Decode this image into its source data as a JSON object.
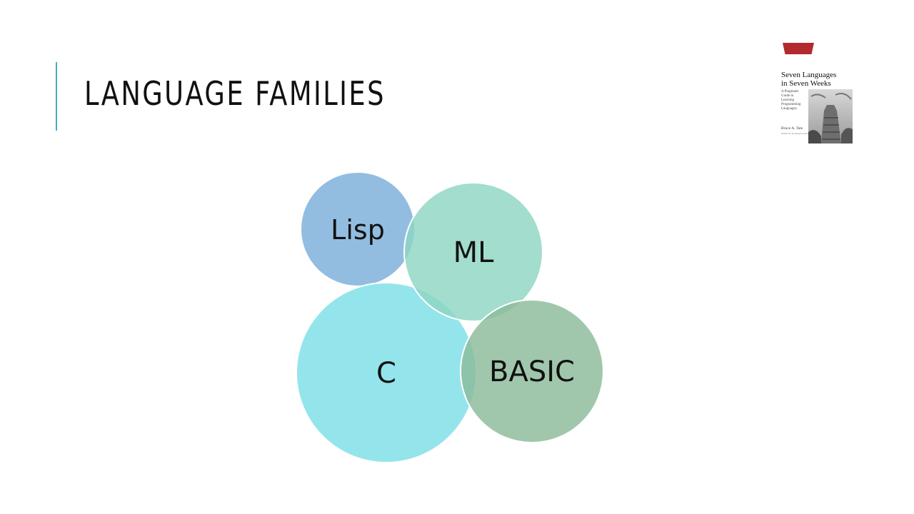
{
  "slide": {
    "title": "LANGUAGE FAMILIES",
    "accent_color": "#4BACC6"
  },
  "book_cover": {
    "title": "Seven Languages\nin Seven Weeks",
    "subtitle": "A Pragmatic\nGuide to\nLearning\nProgramming\nLanguages",
    "author": "Bruce A. Tate",
    "editor": "Edited by Jacquelyn Carter",
    "banner_color": "#B22A2E"
  },
  "diagram": {
    "circles": [
      {
        "label": "Lisp",
        "color": "#7FB1DA"
      },
      {
        "label": "ML",
        "color": "#8ED6C2"
      },
      {
        "label": "C",
        "color": "#81E0E8"
      },
      {
        "label": "BASIC",
        "color": "#8BBB9A"
      }
    ]
  }
}
